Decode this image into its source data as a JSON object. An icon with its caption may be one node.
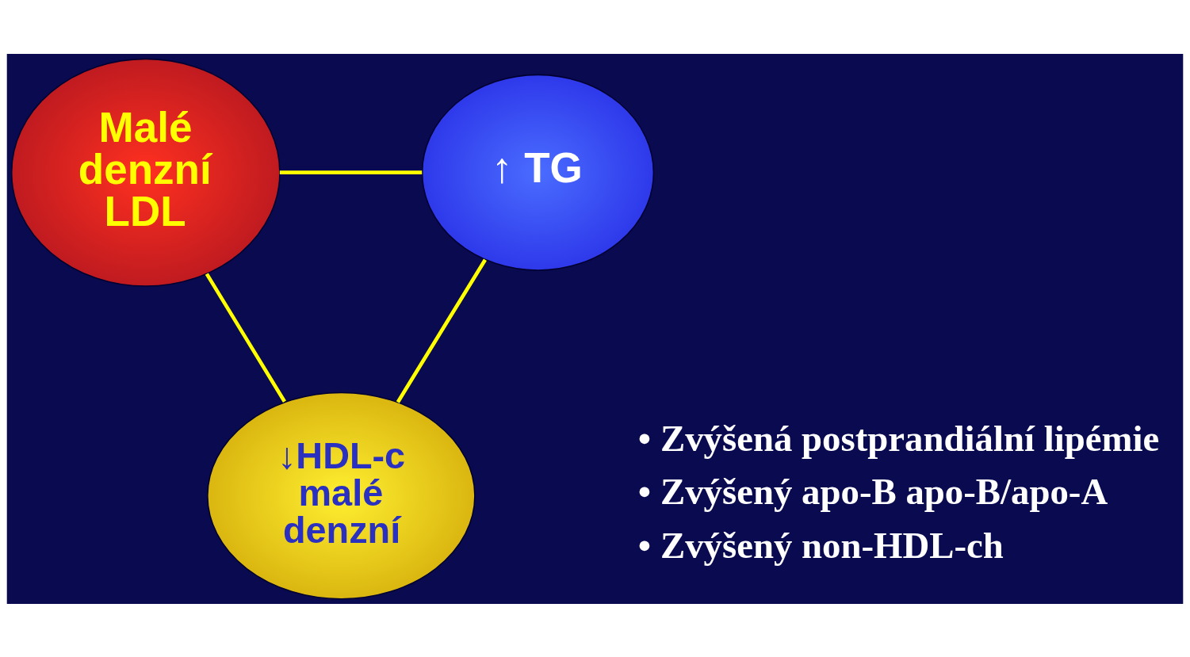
{
  "diagram": {
    "nodes": [
      {
        "text": [
          "Malé denzní LDL"
        ]
      },
      {
        "text": [
          "↑ TG"
        ]
      },
      {
        "text": [
          "↓HDL-c malé denzní"
        ]
      }
    ],
    "edges": [
      {
        "from": 0,
        "to": 1,
        "arrow": "none"
      },
      {
        "from": 0,
        "to": 2,
        "arrow": "none"
      },
      {
        "from": 1,
        "to": 2,
        "arrow": "none"
      }
    ],
    "labels": [
      "• Zvýšená postprandiální lipémie",
      "• Zvýšený apo-B apo-B/apo-A",
      "• Zvýšený non-HDL-ch"
    ]
  }
}
